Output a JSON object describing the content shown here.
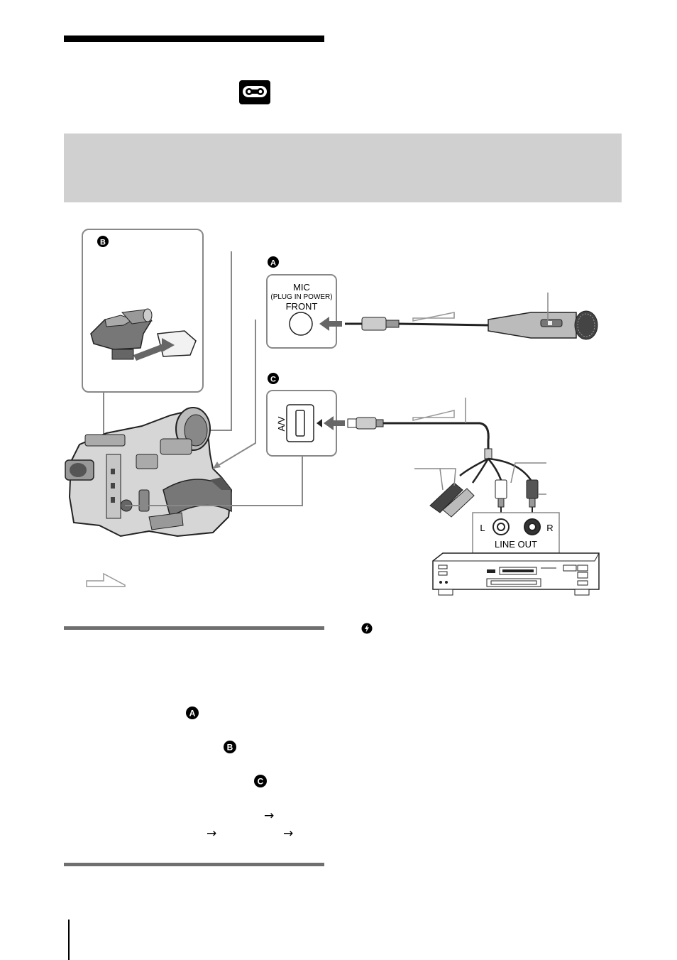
{
  "diagram": {
    "mic_jack_lines": [
      "MIC",
      "(PLUG IN POWER)",
      "FRONT"
    ],
    "av_jack_label": "A/V",
    "line_out_label": "LINE OUT",
    "channel_left": "L",
    "channel_right": "R",
    "markers": [
      "A",
      "B",
      "C"
    ]
  },
  "steps": {
    "arrow_glyph": "→"
  },
  "icons": [
    "tape-icon",
    "marker-a-icon",
    "marker-b-icon",
    "marker-c-icon",
    "tip-icon",
    "signal-flow-arrow-icon"
  ]
}
